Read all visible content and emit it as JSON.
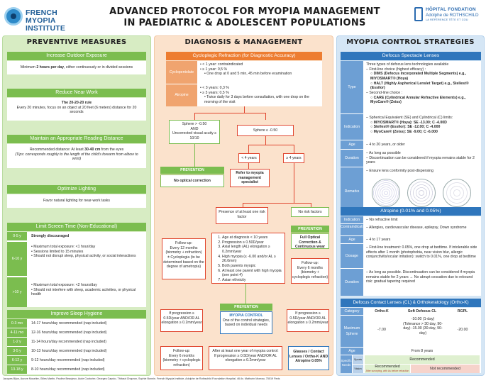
{
  "header": {
    "logo_left_line1": "FRENCH",
    "logo_left_line2": "MYOPIA",
    "logo_left_line3": "INSTITUTE",
    "title_line1": "ADVANCED PROTOCOL FOR MYOPIA MANAGEMENT",
    "title_line2": "IN PAEDIATRIC & ADOLESCENT POPULATIONS",
    "logo_right_line1": "HÔPITAL FONDATION",
    "logo_right_line2": "Adolphe de ROTHSCHILD",
    "logo_right_line3": "LA RÉFÉRENCE TÊTE ET COU"
  },
  "preventive": {
    "heading": "PREVENTIVE MEASURES",
    "outdoor_title": "Increase Outdoor Exposure",
    "outdoor_text_pre": "Minimum ",
    "outdoor_text_bold": "2 hours per day",
    "outdoor_text_post": ", either continuously or in divided sessions",
    "near_title": "Reduce Near Work",
    "near_rule": "The 20-20-20 rule",
    "near_text": "Every 20 minutes, focus on an object at 20 feet (6 meters) distance for 20 seconds",
    "reading_title": "Maintain an Appropriate Reading Distance",
    "reading_pre": "Recommended distance: At least ",
    "reading_bold": "30-40 cm",
    "reading_post": " from the eyes",
    "reading_tip": "(Tips: corresponds roughly to the length of the child's forearm from elbow to wrist)",
    "lighting_title": "Optimize Lighting",
    "lighting_text": "Favor natural lighting for near-work tasks",
    "screen_title": "Limit Screen Time (Non-Educational)",
    "screen_rows": [
      {
        "age": "0-5 y",
        "items": [
          "Strongly discouraged"
        ]
      },
      {
        "age": "6-10 y",
        "items": [
          "Maximum total exposure: <1 hour/day",
          "Sessions limited to 15 minutes",
          "Should not disrupt sleep, physical activity, or social interactions"
        ]
      },
      {
        "age": ">10 y",
        "items": [
          "Maximum total exposure: <2 hours/day",
          "Should not interfere with sleep, academic activities, or physical health"
        ]
      }
    ],
    "sleep_title": "Improve Sleep Hygiene",
    "sleep_rows": [
      {
        "age": "0-3 mo",
        "text": "14-17 hours/day recommended (nap included)"
      },
      {
        "age": "4-11 mo",
        "text": "12-16 hours/day recommended (nap included)"
      },
      {
        "age": "1-2 y",
        "text": "11-14 hours/day recommended (nap included)"
      },
      {
        "age": "3-5 y",
        "text": "10-13 hours/day recommended (nap included)"
      },
      {
        "age": "6-12 y",
        "text": "9-12 hours/day recommended (nap included)"
      },
      {
        "age": "13-18 y",
        "text": "8-10 hours/day recommended (nap included)"
      }
    ]
  },
  "diagnosis": {
    "heading": "DIAGNOSIS & MANAGEMENT",
    "cyclo_title": "Cycloplegic Refraction (for Diagnostic Accuracy)",
    "cyclopentolate_label": "Cyclopentolate",
    "cyclo_lines": [
      "< 1 year: contraindicated",
      "≥ 1 year: 0,5 %",
      "One drop at 0 and 5 min, 45 min before examination"
    ],
    "atropine_label": "Atropine",
    "atropine_lines": [
      "< 3 years: 0,3 %",
      "≥ 3 years: 0,5 %",
      "Twice daily for 3 days before consultation, with one drop on the morning of the visit"
    ],
    "sphere_left": "Sphere > -0.50\nAND\nUncorrected visual acuity ≥ 10/10",
    "sphere_right": "Sphere ≤ -0.50",
    "prevention1": "PREVENTION",
    "no_optical": "No optical correction",
    "lt4": "< 4 years",
    "ge4": "≥ 4 years",
    "refer": "Refer to myopia management specialist",
    "presence": "Presence of at least one risk factor",
    "no_risk": "No risk factors",
    "risk_factors": [
      "Age at diagnosis < 10 years",
      "Progression ≥ 0.50D/year",
      "Axial length (AL) elongation ≥ 0.2mm/year",
      "High myopia (≤ -6.00 and/or AL ≥ 26.0mm)",
      "Both parents myopic",
      "At least one parent with high myopia (see point 4)",
      "Asian ethnicity"
    ],
    "prevention2": "PREVENTION",
    "full_optical": "Full Optical Correction & Continuous wear",
    "followup_left": "Follow-up:\nEvery 12 months (biometry + refraction)\n± Cycloplegia (to be determined based on the degree of ametropia)",
    "followup_right": "Follow-up:\nEvery 6 months (biometry + cycloplegic refraction)",
    "prevention3": "PREVENTION",
    "if_prog_left": "If progression ≥ 0.5D/year AND/OR AL elongation ≥ 0.2mm/year",
    "if_prog_right": "If progression ≥ 0.5D/year AND/OR AL elongation ≥ 0.2mm/year",
    "myopia_control": "MYOPIA CONTROL",
    "myopia_control_text": "One of the control strategies, based on individual needs",
    "followup_bottom": "Follow-up:\nEvery 6 months (biometry + cycloplegic refraction)",
    "after_year": "After at least one year of myopia control:\nIf progression ≥ 0.5D/year AND/OR AL elongation ≥ 0.2mm/year",
    "glasses": "Glasses / Contact Lenses / Ortho-K AND Atropine 0.05%"
  },
  "strategies": {
    "heading": "MYOPIA CONTROL STRATEGIES",
    "defocus_title": "Defocus Spectacle Lenses",
    "type_label": "Type",
    "type_intro": "Three types of defocus lens technologies available",
    "first_line": "First-line choice (highest efficacy) :",
    "dims": "DIMS (Defocus Incorporated Multiple Segments) e.g., MIYOSMART® (Hoya)",
    "halt": "HALT (Highly Aspherical Lenslet Target) e.g., Stellest® (Essilor)",
    "second_line": "Second-line choice :",
    "care": "CARE (Cylindrical Annular Refractive Elements) e.g., MyoCare® (Zeiss)",
    "indication_label": "Indication",
    "indication_lines": [
      "Spherical Equivalent (SE) and Cylindrical (C) limits:",
      "MIYOSMART® (Hoya): SE -13.00; C -4.00D",
      "Stellest® (Essilor): SE -12.00; C -4.000",
      "MyoCare® (Zeiss): SE -9.00; C -6.000"
    ],
    "age_label": "Age",
    "age_text": "4 to 20 years, or older",
    "duration_label": "Duration",
    "duration_lines": [
      "As long as possible",
      "Discontinuation can be considered if myopia remains stable for 2 years"
    ],
    "remarks_label": "Remarks",
    "remarks_text": "Ensure lens conformity post-dispensing",
    "lens_names": [
      "MIYOSMART®",
      "Stellest®",
      "MyoCare®"
    ],
    "atropine_title": "Atropine (0.01% and 0.05%)",
    "at_rows": [
      {
        "label": "Indication",
        "text": "No refractive limit"
      },
      {
        "label": "Contraindications",
        "text": "Allergies, cardiovascular disease, epilepsy, Down syndrome"
      },
      {
        "label": "Age",
        "text": "4 to 17 years"
      },
      {
        "label": "Dosage",
        "text": "First-line treatment: 0.05%, one drop at bedtime. If intolerable side effects after 1 month (photophobia, near vision blur, allergic conjunctivitis/ocular irritation): switch to 0.01%, one drop at bedtime"
      },
      {
        "label": "Duration",
        "text": "As long as possible. Discontinuation can be considered if myopia remains stable for 2 years → No abrupt cessation due to rebound risk: gradual tapering required"
      }
    ],
    "dcl_title": "Defocus Contact Lenses (CL) & Orthokeratology (Ortho-K)",
    "dcl_headers": [
      "Category",
      "Ortho-K",
      "Soft Defocus CL",
      "RGPL"
    ],
    "max_sphere_label": "Maximum Sphere",
    "orthok_val": "-7.00",
    "soft_val": "-10.00 (1-day) (Tolerance > 30 day, 90-day) -15.00 (30-day, 90-day)",
    "rgpl_val": "-20.00",
    "age_row_label": "Age",
    "age_row_val": "From 8 years",
    "specific_needs_label": "Specific Needs",
    "sports_label": "Sports",
    "sports_val": "Recommended",
    "vision_label": "Vision",
    "vision_val1": "Recommended",
    "vision_val1_note": "After surveying, with As before retraction",
    "vision_val2": "Not recommended"
  },
  "footer": "Jacques Bijon, Aurore Muselier, Gilles Martin, Pauline Beaujeux, Aude Couturier, Georges Caputo, Thibaut Chapron, Sophie Bonnin. French Myopia Institute, Adolphe de Rothschild Foundation Hospital, 46 Av. Mathurin Moreau, 75019 Paris"
}
